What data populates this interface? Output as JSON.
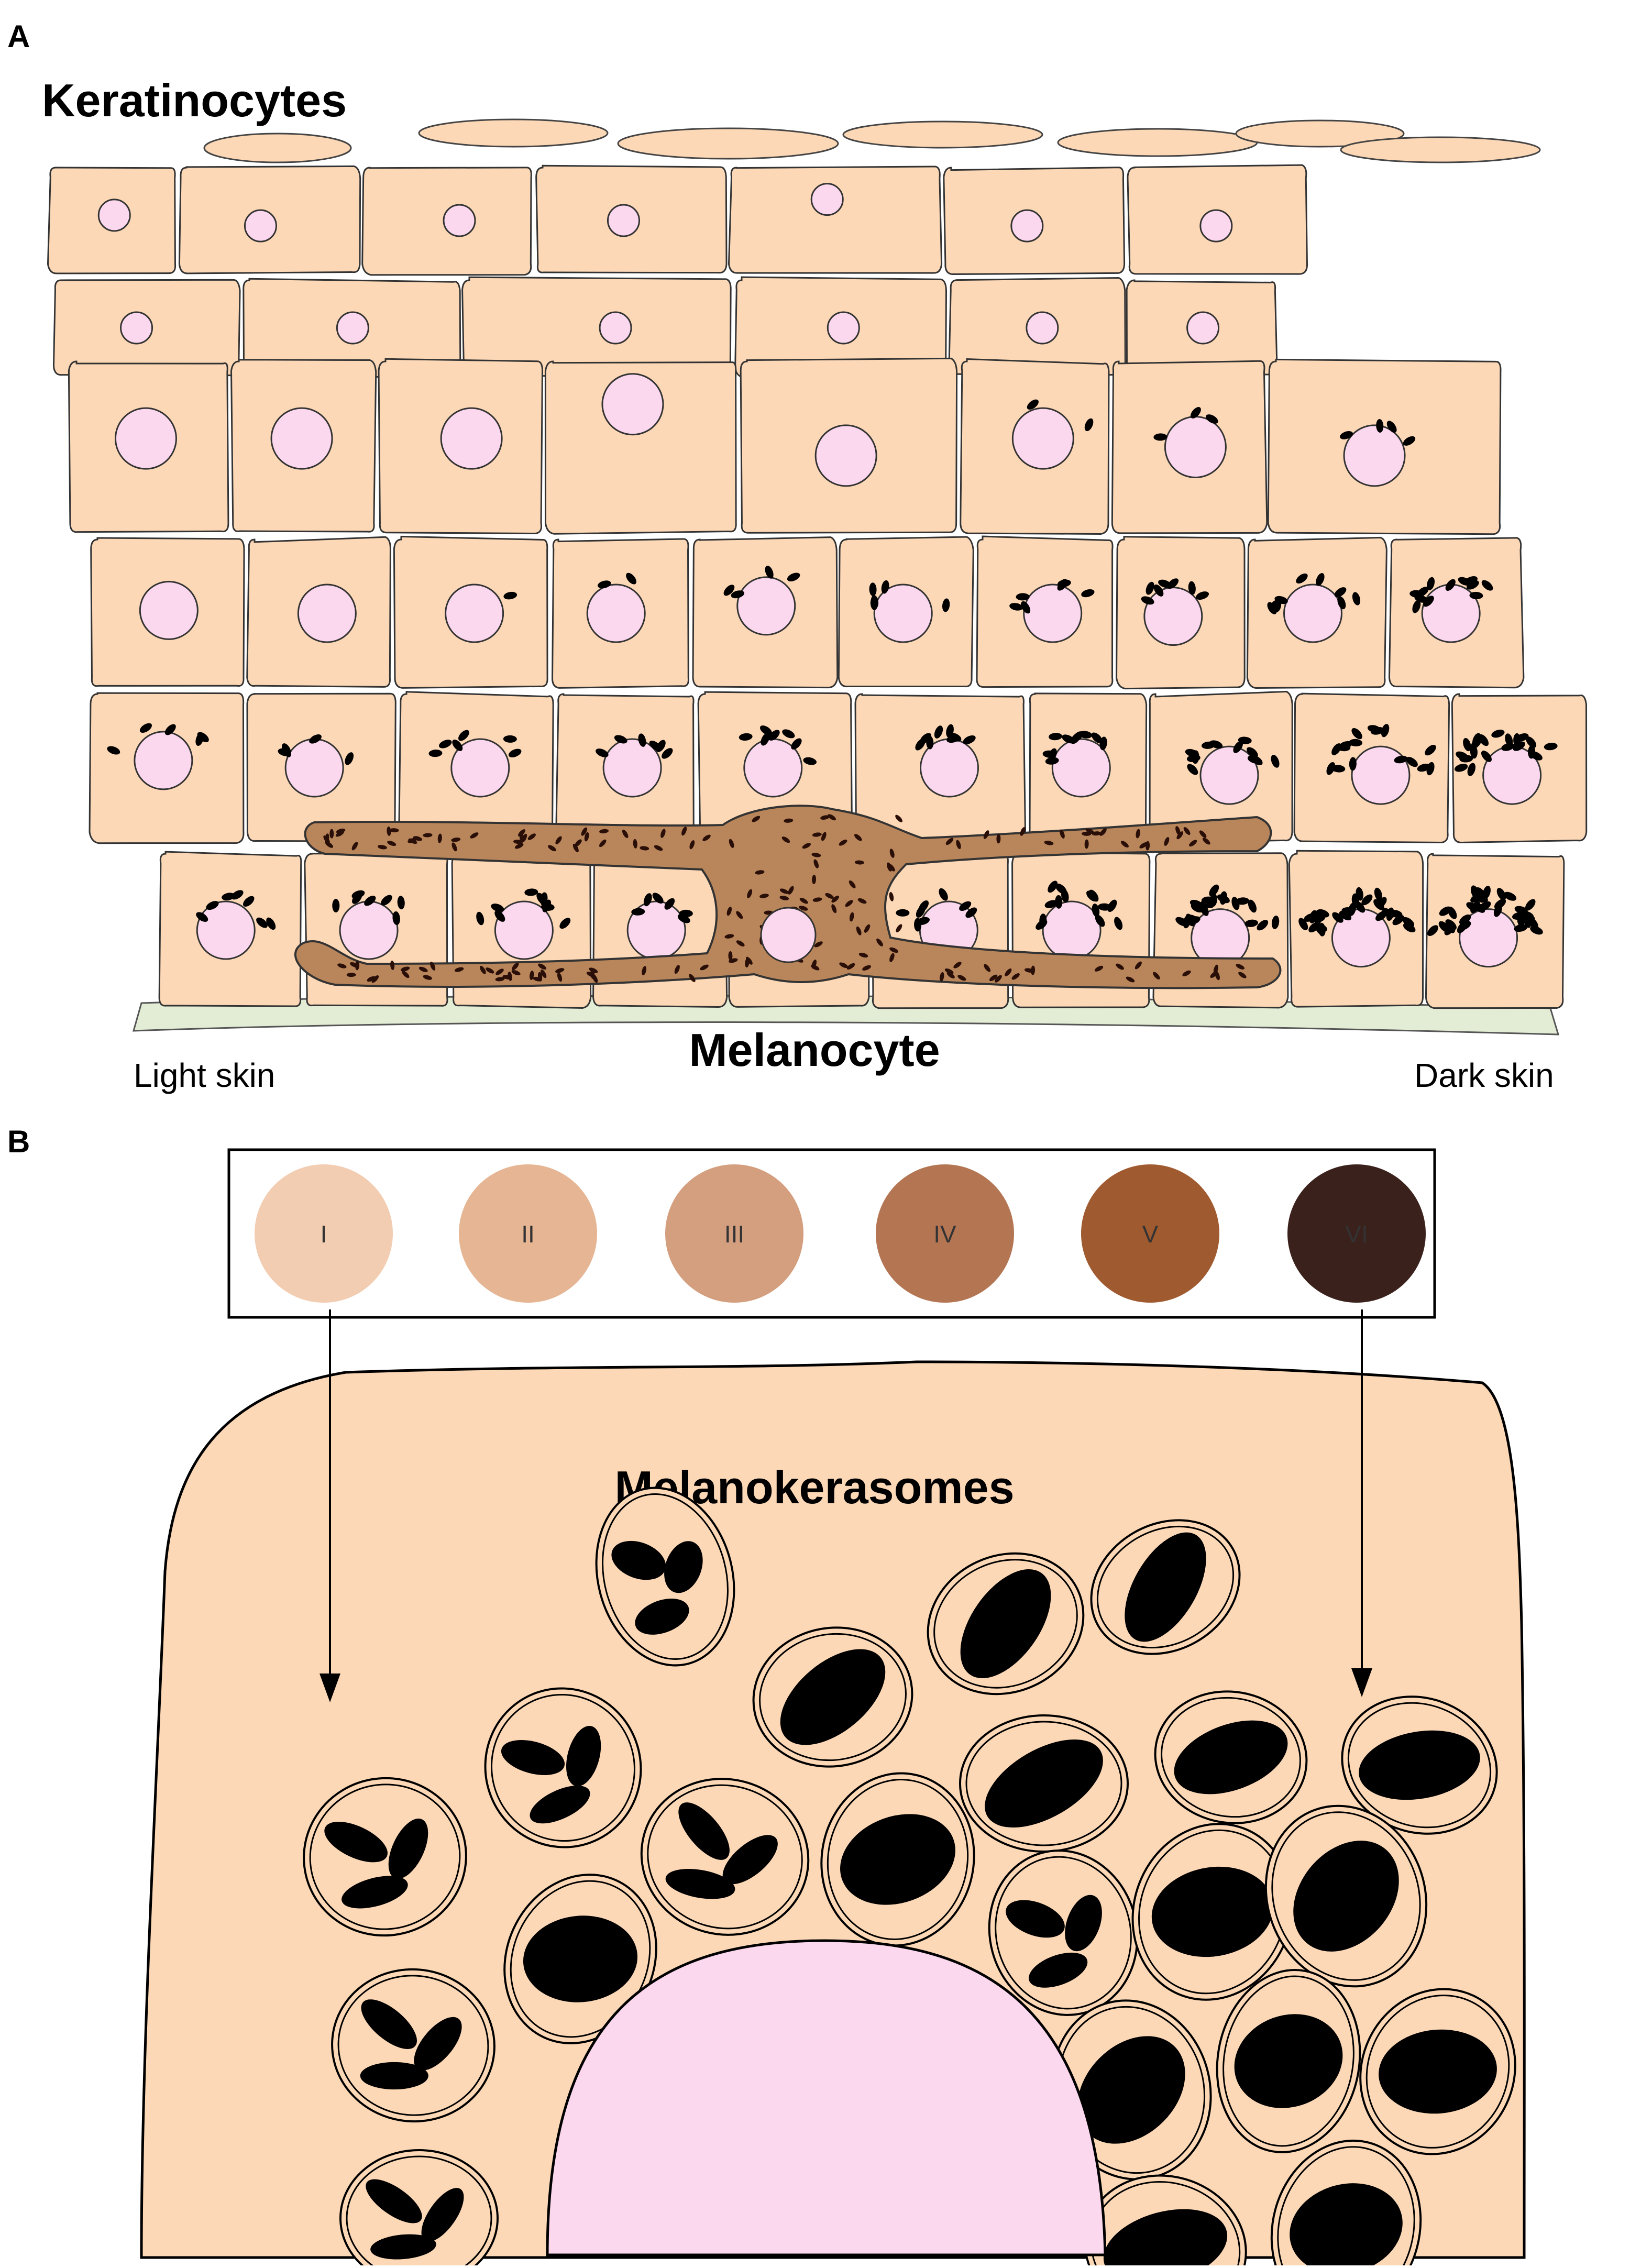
{
  "panel_a": {
    "letter": "A",
    "title": "Keratinocytes",
    "melanocyte_label": "Melanocyte",
    "left_label": "Light skin",
    "right_label": "Dark skin"
  },
  "panel_b": {
    "letter": "B",
    "title": "Melanokerasomes",
    "skin_types": [
      {
        "label": "I",
        "color": "#f2cdb1"
      },
      {
        "label": "II",
        "color": "#e6b593"
      },
      {
        "label": "III",
        "color": "#d49f7e"
      },
      {
        "label": "IV",
        "color": "#b47553"
      },
      {
        "label": "V",
        "color": "#a05a2f"
      },
      {
        "label": "VI",
        "color": "#3a211c"
      }
    ]
  },
  "colors": {
    "keratinocyte": "#fcd8b6",
    "nucleus": "#fcd8ee",
    "melanocyte": "#b9855a",
    "melanin": "#000000",
    "basement": "#e3ecd4"
  }
}
